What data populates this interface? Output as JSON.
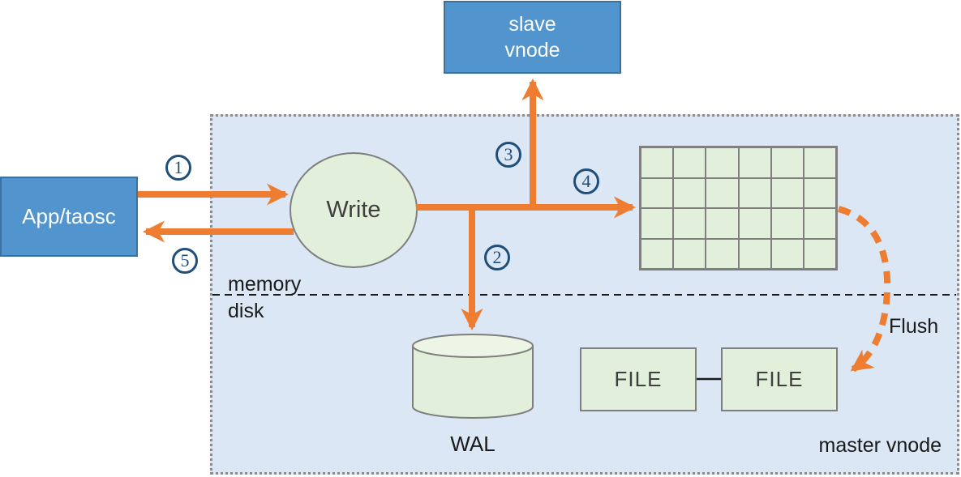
{
  "colors": {
    "orange": "#EE7D31",
    "node-blue": "#5294CE",
    "node-blue-border": "#3A719E",
    "navy": "#1F4E79",
    "green": "#E2EFDB",
    "green-light": "#EDF5E6",
    "shape-border": "#7F7F7F",
    "region-bg": "#DBE7F4",
    "region-border": "#8C8C8C",
    "text-dark": "#3F3F3F",
    "text-black": "#1A1A1A"
  },
  "nodes": {
    "app": {
      "label": "App/taosc"
    },
    "slave_vnode": {
      "label": "slave\nvnode"
    },
    "write": {
      "label": "Write"
    },
    "wal": {
      "label": "WAL"
    },
    "file_left": {
      "label": "FILE"
    },
    "file_right": {
      "label": "FILE"
    }
  },
  "labels": {
    "memory": "memory",
    "disk": "disk",
    "flush": "Flush",
    "master_vnode": "master vnode"
  },
  "steps": [
    "1",
    "2",
    "3",
    "4",
    "5"
  ],
  "memtable_grid": {
    "rows": 4,
    "cols": 6
  }
}
